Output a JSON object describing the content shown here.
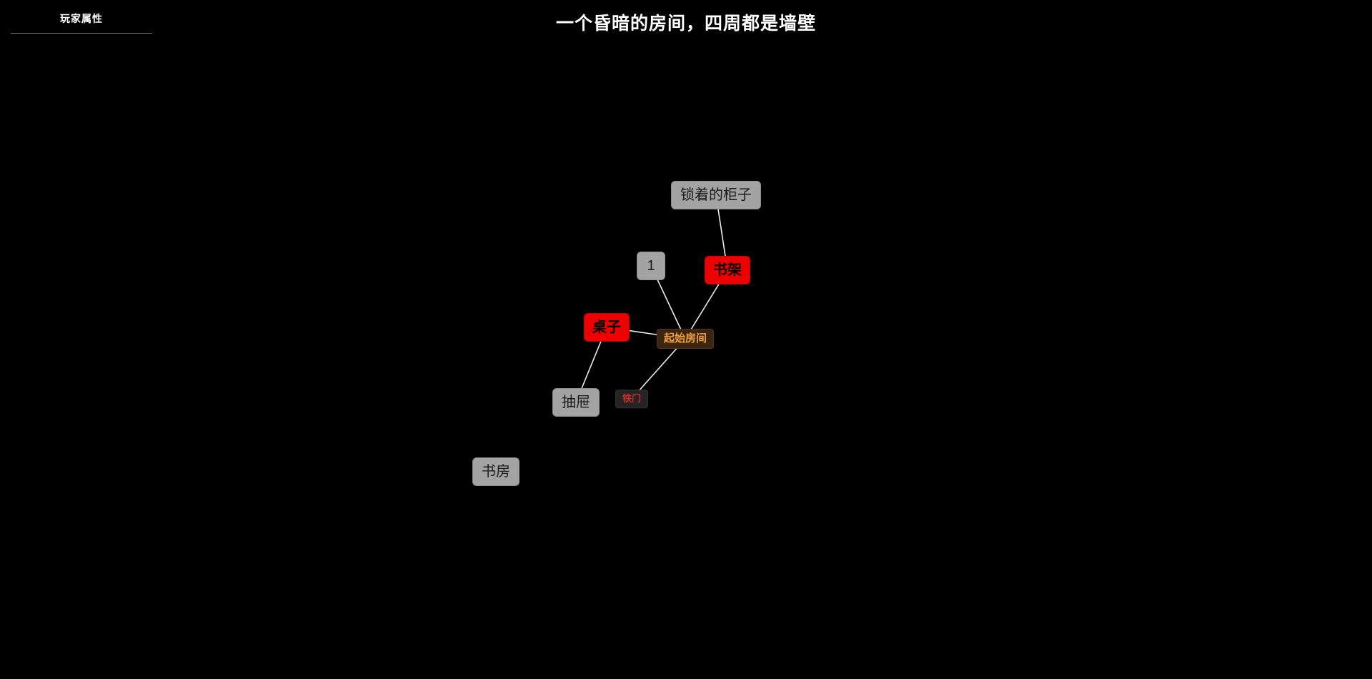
{
  "sidebar": {
    "title": "玩家属性"
  },
  "header": {
    "title": "一个昏暗的房间，四周都是墙壁"
  },
  "colors": {
    "background": "#000000",
    "node_default_bg": "#a3a3a3",
    "node_default_text": "#1a1a1a",
    "node_highlight_bg": "#ee0000",
    "node_highlight_text": "#000000",
    "node_room_bg": "#3a2412",
    "node_room_text": "#f0a13a",
    "node_door_bg": "#242424",
    "node_door_text": "#d02b2b",
    "edge": "#ececec"
  },
  "graph": {
    "nodes": [
      {
        "id": "locked-cabinet",
        "label": "锁着的柜子",
        "type": "default"
      },
      {
        "id": "node-1",
        "label": "1",
        "type": "default"
      },
      {
        "id": "bookshelf",
        "label": "书架",
        "type": "highlight"
      },
      {
        "id": "table",
        "label": "桌子",
        "type": "highlight"
      },
      {
        "id": "start-room",
        "label": "起始房间",
        "type": "room"
      },
      {
        "id": "iron-door",
        "label": "铁门",
        "type": "door"
      },
      {
        "id": "drawer",
        "label": "抽屉",
        "type": "default"
      },
      {
        "id": "study",
        "label": "书房",
        "type": "default"
      }
    ],
    "edges": [
      {
        "from": "locked-cabinet",
        "to": "bookshelf"
      },
      {
        "from": "bookshelf",
        "to": "start-room"
      },
      {
        "from": "node-1",
        "to": "start-room"
      },
      {
        "from": "table",
        "to": "start-room"
      },
      {
        "from": "table",
        "to": "drawer"
      },
      {
        "from": "start-room",
        "to": "iron-door"
      }
    ]
  }
}
